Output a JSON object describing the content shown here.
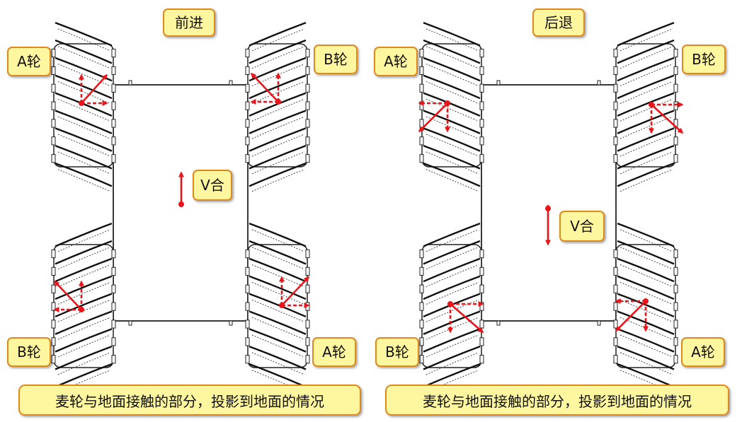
{
  "panels": [
    {
      "id": "forward",
      "title": "前进",
      "wheel_labels": {
        "top_left": "A轮",
        "top_right": "B轮",
        "bottom_left": "B轮",
        "bottom_right": "A轮"
      },
      "resultant_label": "V合",
      "resultant_direction": "up",
      "caption": "麦轮与地面接触的部分，投影到地面的情况"
    },
    {
      "id": "backward",
      "title": "后退",
      "wheel_labels": {
        "top_left": "A轮",
        "top_right": "B轮",
        "bottom_left": "B轮",
        "bottom_right": "A轮"
      },
      "resultant_label": "V合",
      "resultant_direction": "down",
      "caption": "麦轮与地面接触的部分，投影到地面的情况"
    }
  ],
  "colors": {
    "arrow": "#e8151b",
    "label_fill": "#fff6a0",
    "label_border": "#e08a1e"
  }
}
